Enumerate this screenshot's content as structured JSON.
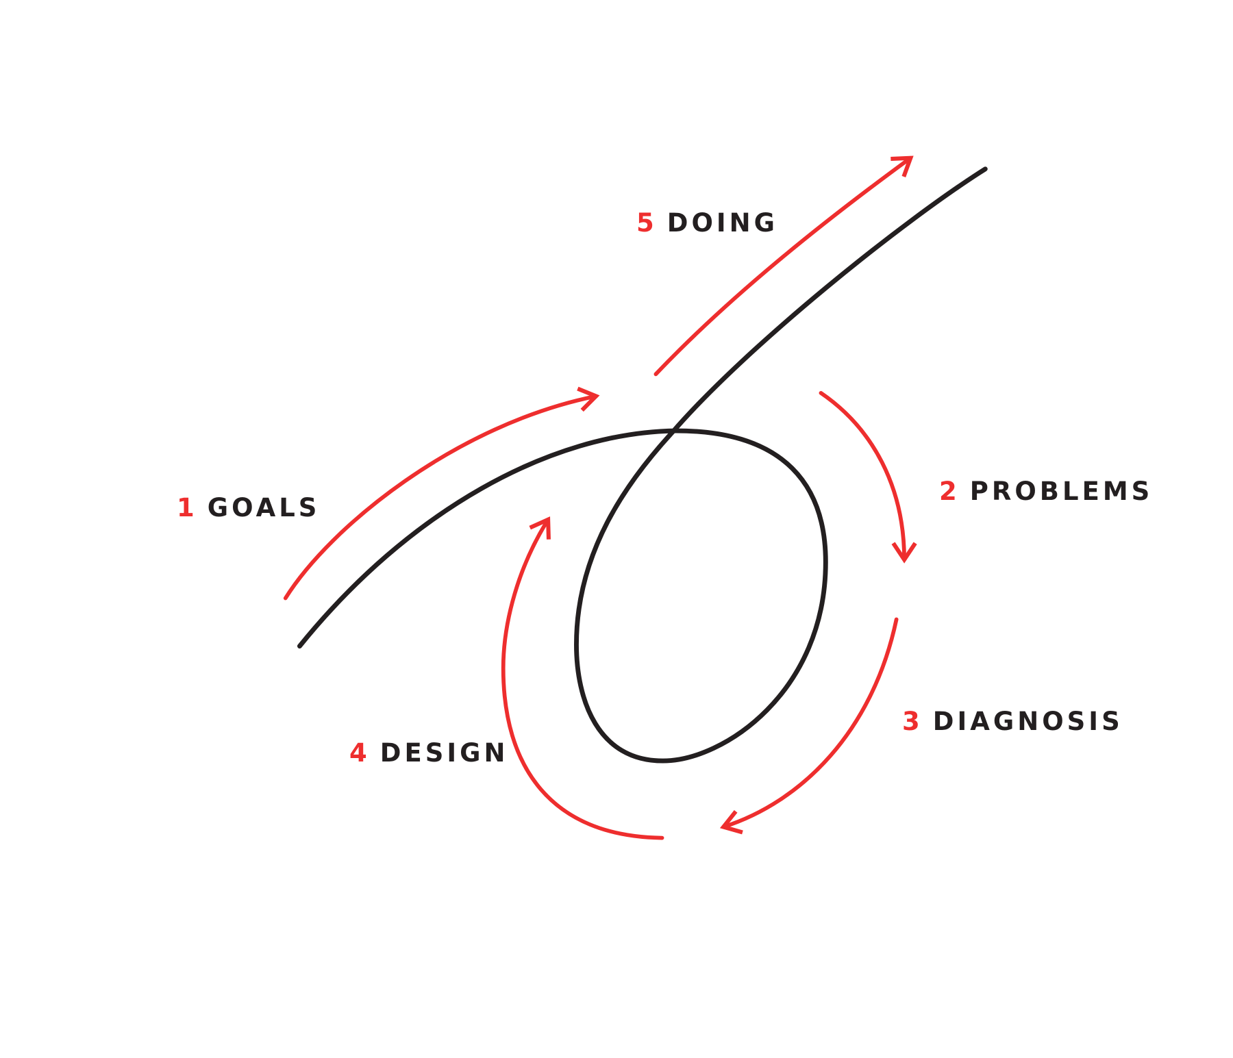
{
  "colors": {
    "accent": "#ee2e2e",
    "ink": "#231f20"
  },
  "steps": [
    {
      "number": "1",
      "label": "GOALS"
    },
    {
      "number": "2",
      "label": "PROBLEMS"
    },
    {
      "number": "3",
      "label": "DIAGNOSIS"
    },
    {
      "number": "4",
      "label": "DESIGN"
    },
    {
      "number": "5",
      "label": "DOING"
    }
  ]
}
